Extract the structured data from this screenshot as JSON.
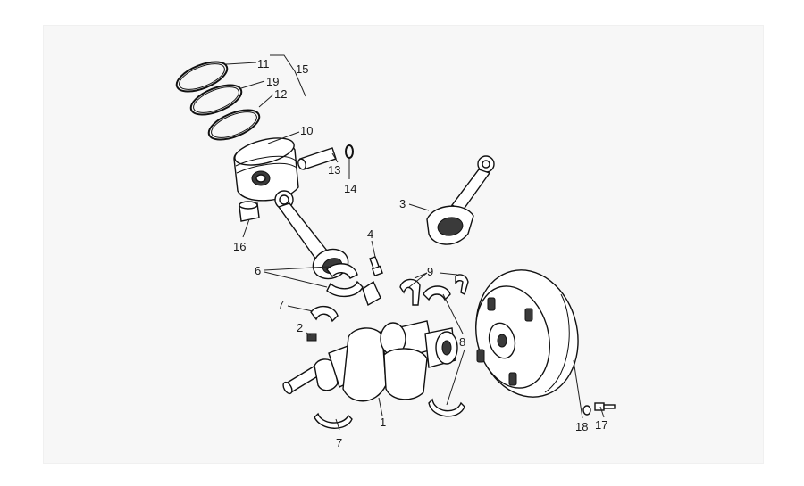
{
  "diagram": {
    "callouts": {
      "c1": "1",
      "c2": "2",
      "c3": "3",
      "c4": "4",
      "c6": "6",
      "c7a": "7",
      "c7b": "7",
      "c8": "8",
      "c9": "9",
      "c10": "10",
      "c11": "11",
      "c12": "12",
      "c13": "13",
      "c14": "14",
      "c15": "15",
      "c16": "16",
      "c17": "17",
      "c18": "18",
      "c19": "19"
    }
  }
}
